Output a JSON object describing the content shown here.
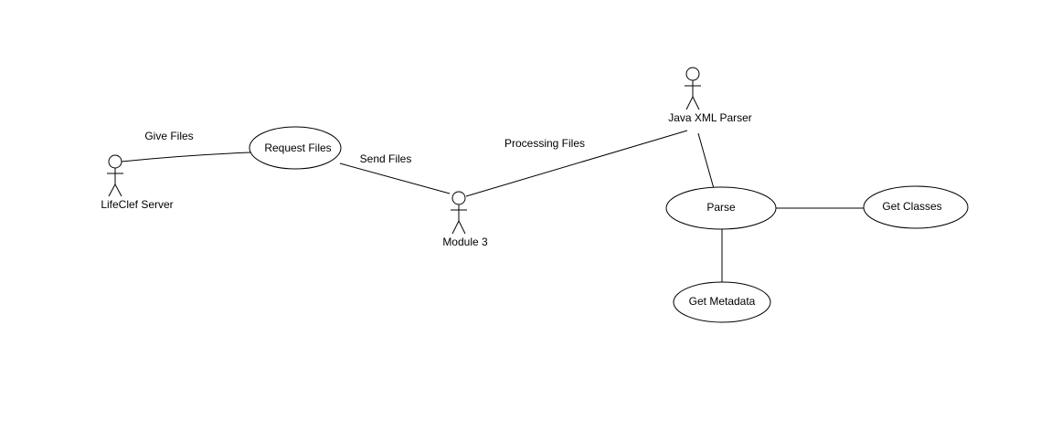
{
  "diagram": {
    "actors": {
      "lifeclef_server": "LifeClef Server",
      "module3": "Module 3",
      "java_xml_parser": "Java XML Parser"
    },
    "use_cases": {
      "request_files": "Request Files",
      "parse": "Parse",
      "get_classes": "Get Classes",
      "get_metadata": "Get Metadata"
    },
    "edge_labels": {
      "give_files": "Give Files",
      "send_files": "Send Files",
      "processing_files": "Processing Files"
    }
  }
}
